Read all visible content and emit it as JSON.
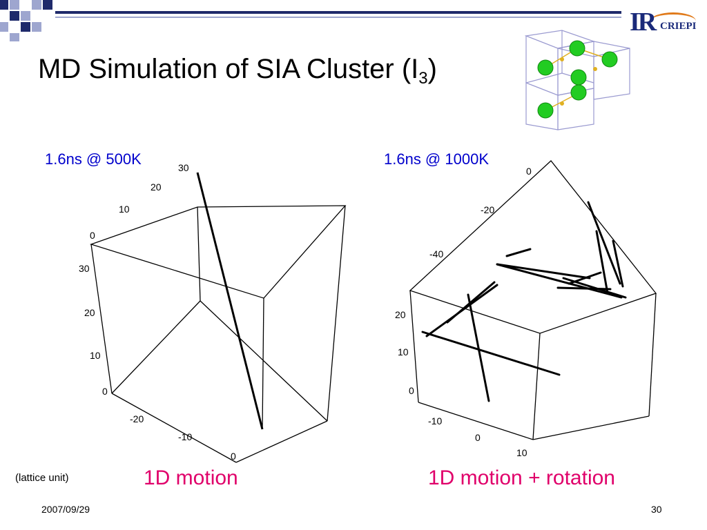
{
  "slide": {
    "title": "MD Simulation of SIA Cluster (I",
    "title_sub": "3",
    "title_end": ")",
    "date": "2007/09/29",
    "page_number": "30",
    "unit_note": "(lattice unit)"
  },
  "logo": {
    "mark": "IR",
    "name": "CRIEPI"
  },
  "panels": [
    {
      "caption": "1.6ns @ 500K",
      "motion_label": "1D motion",
      "axis_z_ticks": [
        "30",
        "20",
        "10",
        "0"
      ],
      "axis_y_ticks": [
        "0",
        "10",
        "20",
        "30"
      ],
      "axis_x_ticks": [
        "-20",
        "-10",
        "0"
      ]
    },
    {
      "caption": "1.6ns @ 1000K",
      "motion_label": "1D motion + rotation",
      "axis_top_ticks": [
        "0",
        "-20",
        "-40"
      ],
      "axis_z_ticks": [
        "20",
        "10",
        "0"
      ],
      "axis_x_ticks": [
        "-10",
        "0",
        "10"
      ]
    }
  ],
  "colors": {
    "caption": "#0000cc",
    "motion": "#e0006a",
    "atom": "#22cc22",
    "crystal": "#9a9ad0",
    "navy": "#1f2a6b",
    "deco_light": "#9ea6cf"
  }
}
